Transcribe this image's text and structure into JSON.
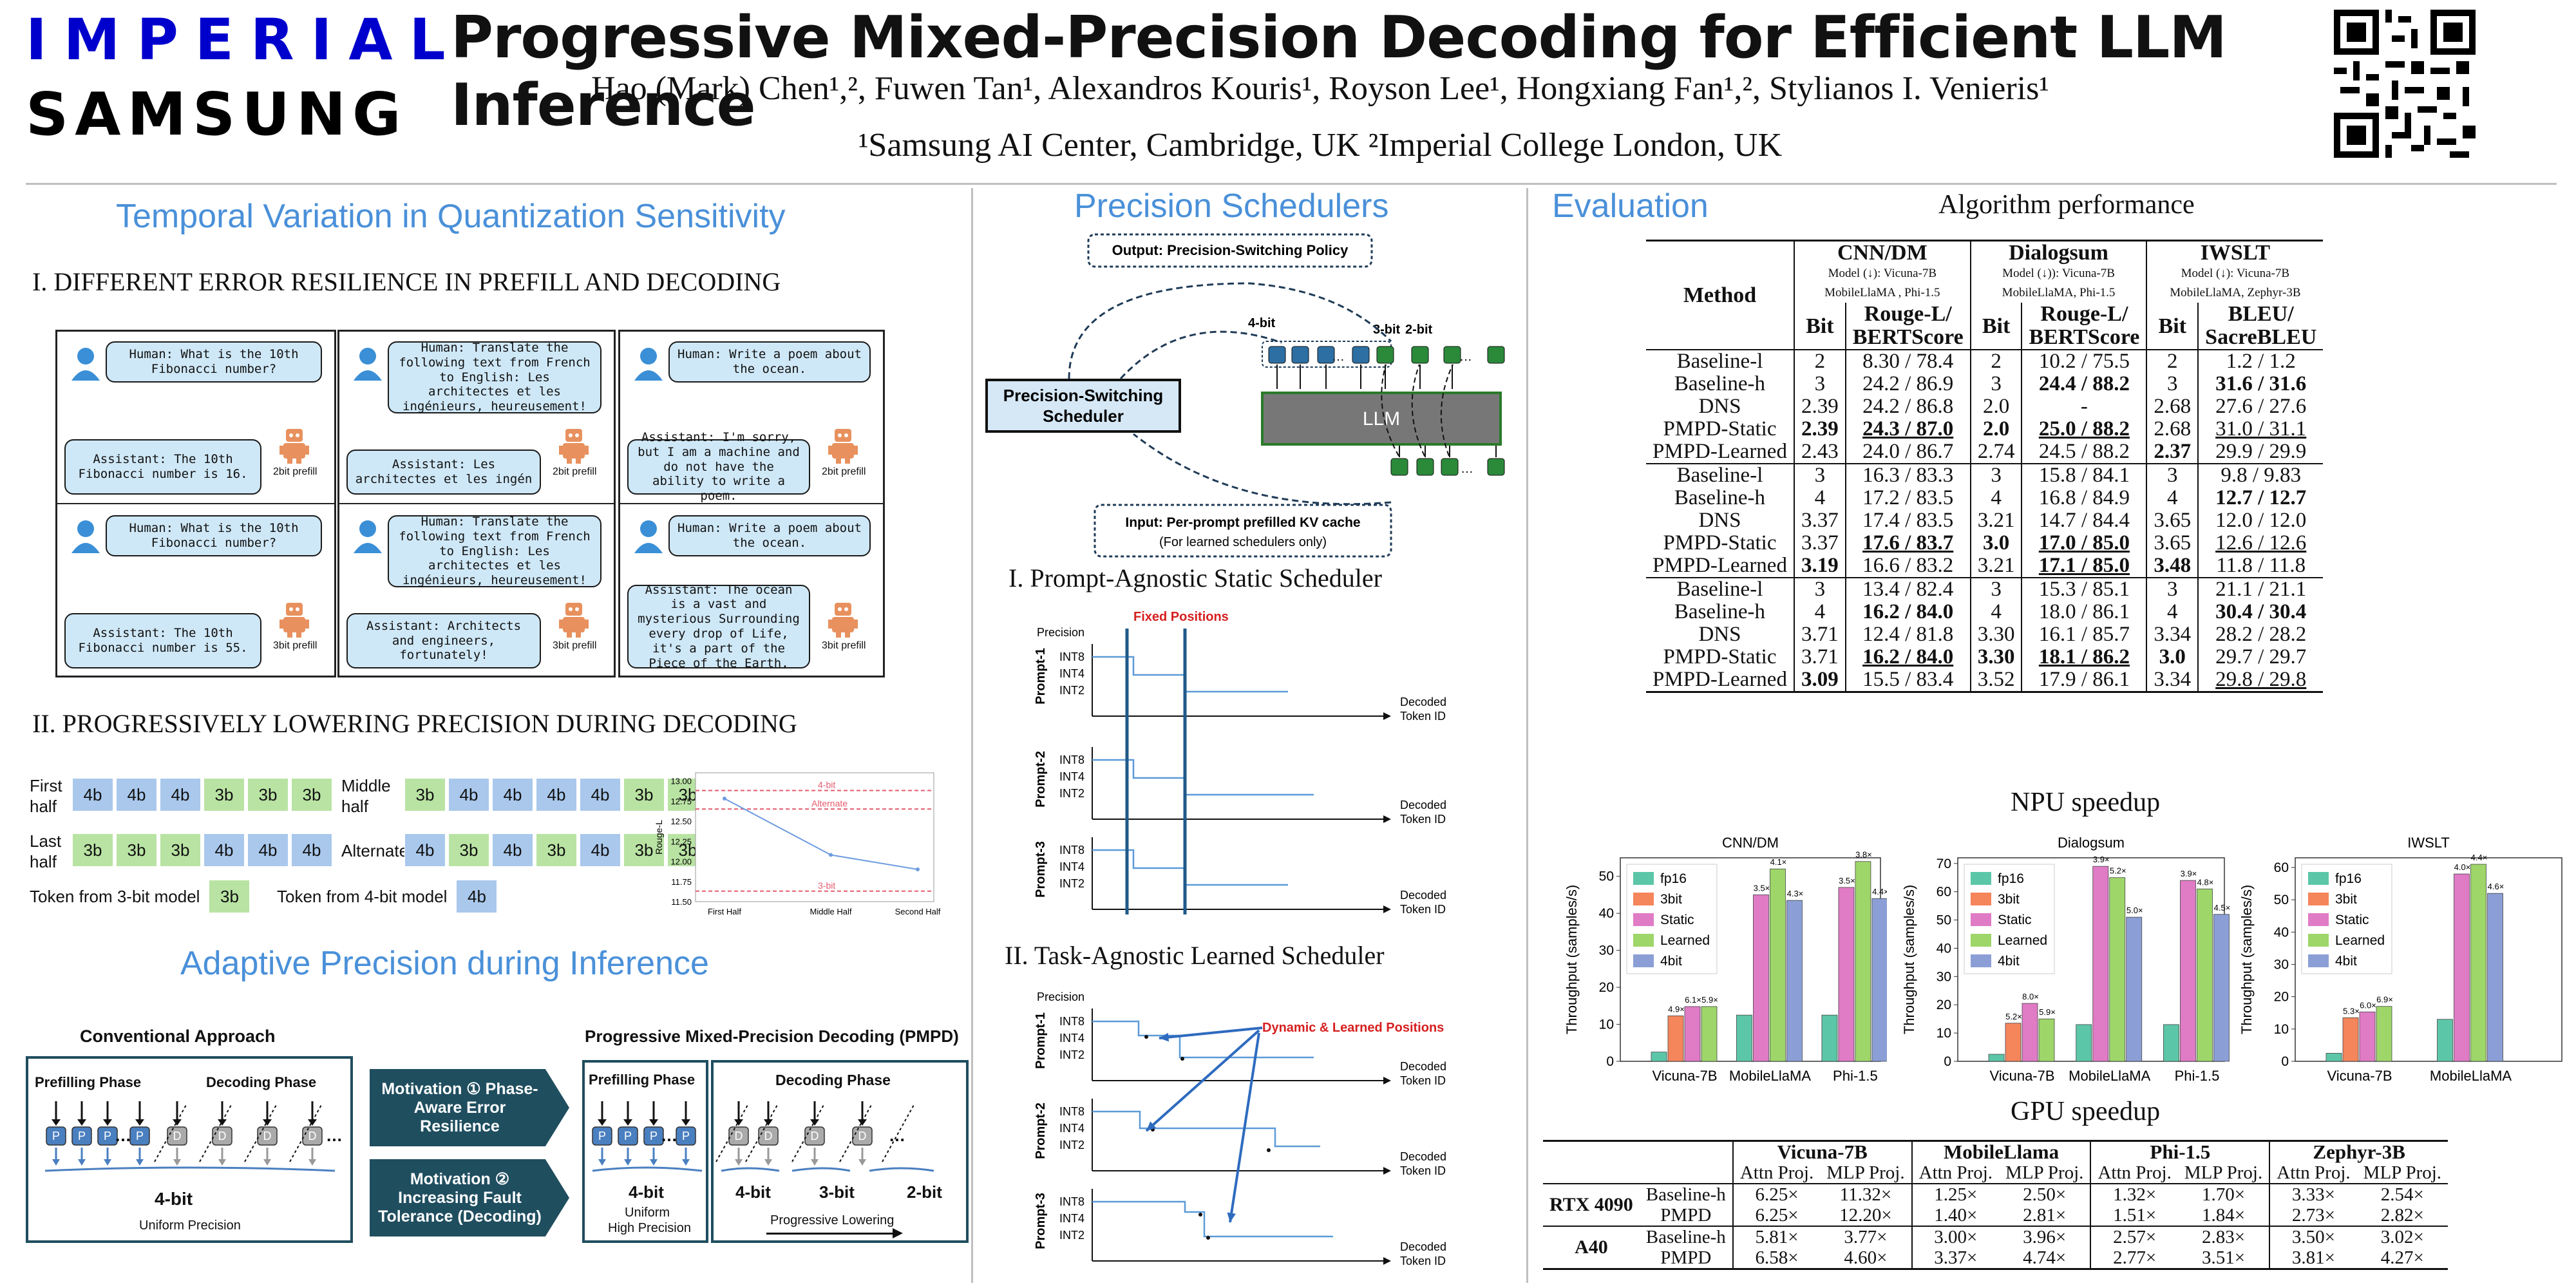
{
  "header": {
    "logo_imperial": "IMPERIAL",
    "logo_samsung": "SAMSUNG",
    "title": "Progressive Mixed-Precision Decoding for Efficient LLM Inference",
    "authors": "Hao (Mark) Chen¹,², Fuwen Tan¹, Alexandros Kouris¹, Royson Lee¹, Hongxiang Fan¹,², Stylianos I. Venieris¹",
    "affiliations": "¹Samsung AI Center, Cambridge, UK ²Imperial College London, UK"
  },
  "left": {
    "title": "Temporal Variation in Quantization Sensitivity",
    "sub1": "I. DIFFERENT ERROR RESILIENCE  IN PREFILL AND DECODING",
    "chats": [
      {
        "human": "Human: What is the 10th Fibonacci number?",
        "assistant": "Assistant: The 10th Fibonacci number is 16.",
        "tag": "2bit prefill"
      },
      {
        "human": "Human: Translate the following text from French to English: Les architectes et les ingénieurs, heureusement!",
        "assistant": "Assistant: Les architectes et les ingén",
        "tag": "2bit prefill"
      },
      {
        "human": "Human: Write a poem about the ocean.",
        "assistant": "Assistant: I'm sorry, but I am a machine and do not have the ability to write a poem.",
        "tag": "2bit prefill"
      },
      {
        "human": "Human: What is the 10th Fibonacci number?",
        "assistant": "Assistant: The 10th Fibonacci number is 55.",
        "tag": "3bit prefill"
      },
      {
        "human": "Human: Translate the following text from French to English: Les architectes et les ingénieurs, heureusement!",
        "assistant": "Assistant: Architects and engineers, fortunately!",
        "tag": "3bit prefill"
      },
      {
        "human": "Human: Write a poem about the ocean.",
        "assistant": "Assistant: The ocean is a vast and mysterious Surrounding every drop of Life, it's a part of the Piece of the Earth.",
        "tag": "3bit prefill"
      }
    ],
    "sub2": "II. PROGRESSIVELY LOWERING PRECISION DURING DECODING",
    "rows": [
      {
        "label": "First half",
        "tokens": [
          "4b",
          "4b",
          "4b",
          "3b",
          "3b",
          "3b"
        ]
      },
      {
        "label": "Last half",
        "tokens": [
          "3b",
          "3b",
          "3b",
          "4b",
          "4b",
          "4b"
        ]
      },
      {
        "label": "Middle half",
        "tokens": [
          "3b",
          "4b",
          "4b",
          "4b",
          "4b",
          "3b",
          "3b"
        ]
      },
      {
        "label": "Alternate",
        "tokens": [
          "4b",
          "3b",
          "4b",
          "3b",
          "4b",
          "3b",
          "3b"
        ]
      }
    ],
    "tok_from_3": "Token from 3-bit model",
    "tok_from_4": "Token from 4-bit model",
    "tok3": "3b",
    "tok4": "4b",
    "mini_chart": {
      "ylabel": "Rouge-L",
      "x": [
        "First Half",
        "Middle Half",
        "Second Half"
      ],
      "y": [
        12.78,
        12.08,
        11.9
      ],
      "yticks": [
        "13.00",
        "12.75",
        "12.50",
        "12.25",
        "12.00",
        "11.75",
        "11.50"
      ],
      "lines": [
        "4-bit",
        "Alternate",
        "3-bit"
      ]
    },
    "title2": "Adaptive Precision during Inference",
    "conv_title": "Conventional Approach",
    "prefill": "Prefilling Phase",
    "decoding": "Decoding Phase",
    "conv_bit": "4-bit",
    "conv_caption": "Uniform Precision",
    "mot1": "Motivation ① Phase-Aware Error Resilience",
    "mot2": "Motivation ② Increasing Fault Tolerance (Decoding)",
    "pmpd_title": "Progressive Mixed-Precision Decoding (PMPD)",
    "pmpd_prefill": "Prefilling Phase",
    "pmpd_decoding": "Decoding Phase",
    "pmpd_4bit": "4-bit",
    "pmpd_caption1": "Uniform",
    "pmpd_caption2": "High Precision",
    "pmpd_dec_bits": [
      "4-bit",
      "3-bit",
      "2-bit"
    ],
    "prog_lower": "Progressive Lowering"
  },
  "middle": {
    "title": "Precision Schedulers",
    "output": "Output: Precision-Switching Policy",
    "scheduler": "Precision-Switching Scheduler",
    "llm": "LLM",
    "bits": [
      "4-bit",
      "3-bit",
      "2-bit"
    ],
    "input1": "Input: Per-prompt prefilled KV cache",
    "input2": "(For learned schedulers only)",
    "sub1": "I. Prompt-Agnostic Static Scheduler",
    "fixed": "Fixed Positions",
    "sub2": "II. Task-Agnostic Learned Scheduler",
    "dynamic": "Dynamic & Learned Positions",
    "precision": "Precision",
    "prompts": [
      "Prompt-1",
      "Prompt-2",
      "Prompt-3"
    ],
    "levels": [
      "INT8",
      "INT4",
      "INT2"
    ],
    "decoded1": "Decoded",
    "decoded2": "Token ID"
  },
  "right": {
    "title": "Evaluation",
    "perf_title": "Algorithm performance",
    "method": "Method",
    "datasets": [
      {
        "name": "CNN/DM",
        "m1": "Model (↓): Vicuna-7B",
        "m2": "MobileLlaMA , Phi-1.5",
        "bit": "Bit",
        "metric1": "Rouge-L/",
        "metric2": "BERTScore"
      },
      {
        "name": "Dialogsum",
        "m1": "Model (↓)): Vicuna-7B",
        "m2": "MobileLlaMA, Phi-1.5",
        "bit": "Bit",
        "metric1": "Rouge-L/",
        "metric2": "BERTScore"
      },
      {
        "name": "IWSLT",
        "m1": "Model (↓): Vicuna-7B",
        "m2": "MobileLlaMA, Zephyr-3B",
        "bit": "Bit",
        "metric1": "BLEU/",
        "metric2": "SacreBLEU"
      }
    ],
    "perf_blocks": [
      [
        [
          "Baseline-l",
          "2",
          "8.30 / 78.4",
          "2",
          "10.2 / 75.5",
          "2",
          "1.2 / 1.2"
        ],
        [
          "Baseline-h",
          "3",
          "24.2 / 86.9",
          "3",
          "24.4 / 88.2",
          "3",
          "31.6 / 31.6"
        ],
        [
          "DNS",
          "2.39",
          "24.2 / 86.8",
          "2.0",
          "-",
          "2.68",
          "27.6 / 27.6"
        ],
        [
          "PMPD-Static",
          "2.39",
          "24.3 / 87.0",
          "2.0",
          "25.0 / 88.2",
          "2.68",
          "31.0 / 31.1"
        ],
        [
          "PMPD-Learned",
          "2.43",
          "24.0 / 86.7",
          "2.74",
          "24.5 / 88.2",
          "2.37",
          "29.9 / 29.9"
        ]
      ],
      [
        [
          "Baseline-l",
          "3",
          "16.3 / 83.3",
          "3",
          "15.8 / 84.1",
          "3",
          "9.8 / 9.83"
        ],
        [
          "Baseline-h",
          "4",
          "17.2 / 83.5",
          "4",
          "16.8 / 84.9",
          "4",
          "12.7 / 12.7"
        ],
        [
          "DNS",
          "3.37",
          "17.4 / 83.5",
          "3.21",
          "14.7 / 84.4",
          "3.65",
          "12.0 / 12.0"
        ],
        [
          "PMPD-Static",
          "3.37",
          "17.6 / 83.7",
          "3.0",
          "17.0 / 85.0",
          "3.65",
          "12.6 / 12.6"
        ],
        [
          "PMPD-Learned",
          "3.19",
          "16.6 / 83.2",
          "3.21",
          "17.1 / 85.0",
          "3.48",
          "11.8 / 11.8"
        ]
      ],
      [
        [
          "Baseline-l",
          "3",
          "13.4 / 82.4",
          "3",
          "15.3 / 85.1",
          "3",
          "21.1 / 21.1"
        ],
        [
          "Baseline-h",
          "4",
          "16.2 / 84.0",
          "4",
          "18.0 / 86.1",
          "4",
          "30.4 / 30.4"
        ],
        [
          "DNS",
          "3.71",
          "12.4 / 81.8",
          "3.30",
          "16.1 / 85.7",
          "3.34",
          "28.2 / 28.2"
        ],
        [
          "PMPD-Static",
          "3.71",
          "16.2 / 84.0",
          "3.30",
          "18.1 / 86.2",
          "3.0",
          "29.7 / 29.7"
        ],
        [
          "PMPD-Learned",
          "3.09",
          "15.5 / 83.4",
          "3.52",
          "17.9 / 86.1",
          "3.34",
          "29.8 / 29.8"
        ]
      ]
    ],
    "npu_title": "NPU speedup",
    "gpu_title": "GPU speedup",
    "gpu": {
      "models": [
        "Vicuna-7B",
        "MobileLlama",
        "Phi-1.5",
        "Zephyr-3B"
      ],
      "sub": [
        "Attn Proj.",
        "MLP Proj."
      ],
      "rows": [
        {
          "device": "RTX 4090",
          "method": "Baseline-h",
          "vals": [
            "6.25×",
            "11.32×",
            "1.25×",
            "2.50×",
            "1.32×",
            "1.70×",
            "3.33×",
            "2.54×"
          ]
        },
        {
          "device": "",
          "method": "PMPD",
          "vals": [
            "6.25×",
            "12.20×",
            "1.40×",
            "2.81×",
            "1.51×",
            "1.84×",
            "2.73×",
            "2.82×"
          ]
        },
        {
          "device": "A40",
          "method": "Baseline-h",
          "vals": [
            "5.81×",
            "3.77×",
            "3.00×",
            "3.96×",
            "2.57×",
            "2.83×",
            "3.50×",
            "3.02×"
          ]
        },
        {
          "device": "",
          "method": "PMPD",
          "vals": [
            "6.58×",
            "4.60×",
            "3.37×",
            "4.74×",
            "2.77×",
            "3.51×",
            "3.81×",
            "4.27×"
          ]
        }
      ]
    }
  },
  "chart_data": [
    {
      "type": "bar",
      "title": "CNN/DM",
      "ylabel": "Throughput (samples/s)",
      "ylim": [
        0,
        55
      ],
      "categories": [
        "Vicuna-7B",
        "MobileLlaMA",
        "Phi-1.5"
      ],
      "series": [
        {
          "name": "fp16",
          "values": [
            2.5,
            12.5,
            12.5
          ]
        },
        {
          "name": "3bit",
          "values": [
            12.3,
            null,
            null
          ]
        },
        {
          "name": "Static",
          "values": [
            14.8,
            45,
            47
          ]
        },
        {
          "name": "Learned",
          "values": [
            14.8,
            52,
            54
          ]
        },
        {
          "name": "4bit",
          "values": [
            null,
            43.5,
            44
          ]
        }
      ],
      "labels": [
        [
          "4.9×",
          "6.1×",
          "5.9×"
        ],
        [
          "3.5×",
          "4.1×",
          "4.3×"
        ],
        [
          "3.5×",
          "3.8×",
          "4.4×"
        ]
      ]
    },
    {
      "type": "bar",
      "title": "Dialogsum",
      "ylabel": "Throughput (samples/s)",
      "ylim": [
        0,
        72
      ],
      "categories": [
        "Vicuna-7B",
        "MobileLlaMA",
        "Phi-1.5"
      ],
      "series": [
        {
          "name": "fp16",
          "values": [
            2.5,
            13,
            13
          ]
        },
        {
          "name": "3bit",
          "values": [
            13.5,
            null,
            null
          ]
        },
        {
          "name": "Static",
          "values": [
            20.5,
            69,
            64
          ]
        },
        {
          "name": "Learned",
          "values": [
            15,
            65,
            61
          ]
        },
        {
          "name": "4bit",
          "values": [
            null,
            51,
            52
          ]
        }
      ],
      "labels": [
        [
          "5.2×",
          "8.0×",
          "5.9×"
        ],
        [
          "3.9×",
          "5.2×",
          "5.0×"
        ],
        [
          "3.9×",
          "4.8×",
          "4.5×"
        ]
      ]
    },
    {
      "type": "bar",
      "title": "IWSLT",
      "ylabel": "Throughput (samples/s)",
      "ylim": [
        0,
        63
      ],
      "categories": [
        "Vicuna-7B",
        "MobileLlaMA"
      ],
      "series": [
        {
          "name": "fp16",
          "values": [
            2.5,
            13
          ]
        },
        {
          "name": "3bit",
          "values": [
            13.5,
            null
          ]
        },
        {
          "name": "Static",
          "values": [
            15.3,
            58
          ]
        },
        {
          "name": "Learned",
          "values": [
            17,
            61
          ]
        },
        {
          "name": "4bit",
          "values": [
            null,
            52
          ]
        }
      ],
      "labels": [
        [
          "5.3×",
          "6.0×",
          "6.9×"
        ],
        [
          "4.0×",
          "4.4×",
          "4.6×"
        ]
      ]
    }
  ],
  "colors": {
    "fp16": "#5cc6a8",
    "3bit": "#f5855b",
    "Static": "#e07bc5",
    "Learned": "#9ed66a",
    "4bit": "#8b9fd6",
    "accent": "#4a90d9"
  }
}
